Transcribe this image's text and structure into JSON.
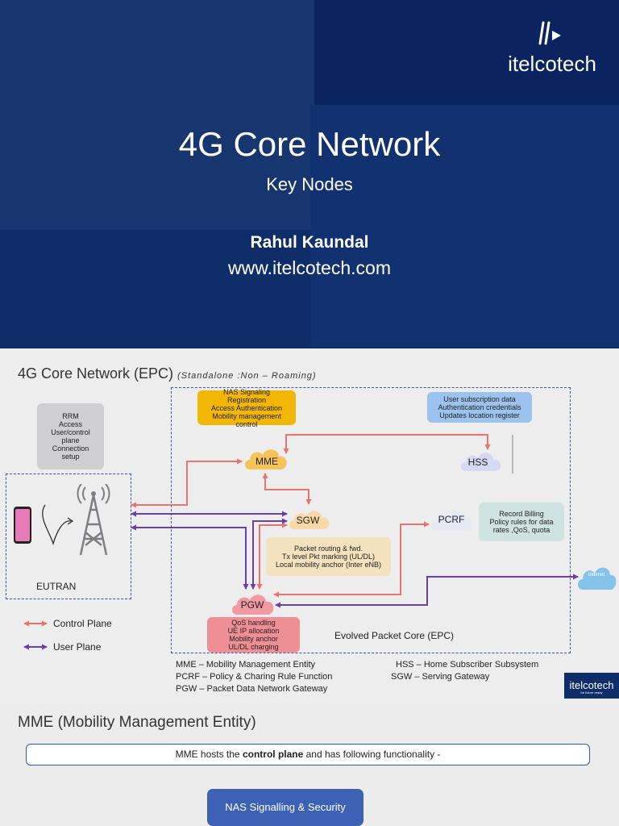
{
  "slide1": {
    "brand": "itelcotech",
    "title": "4G Core Network",
    "subtitle": "Key Nodes",
    "author": "Rahul Kaundal",
    "website": "www.itelcotech.com"
  },
  "slide2": {
    "title": "4G Core Network (EPC)",
    "title_note": "(Standalone :Non – Roaming)",
    "eutran_label": "EUTRAN",
    "epc_label": "Evolved Packet Core (EPC)",
    "nodes": {
      "mme": "MME",
      "hss": "HSS",
      "sgw": "SGW",
      "pcrf": "PCRF",
      "pgw": "PGW",
      "internet": "Internet"
    },
    "notes": {
      "rrm": [
        "RRM",
        "Access",
        "User/control",
        "plane",
        "Connection",
        "setup"
      ],
      "mme": [
        "NAS Signaling",
        "Registration",
        "Access Authentication",
        "Mobility management control"
      ],
      "hss": [
        "User subscription data",
        "Authentication credentials",
        "Updates location register"
      ],
      "sgw": [
        "Packet routing & fwd.",
        "Tx level Pkt marking (UL/DL)",
        "Local mobility anchor (Inter eNB)"
      ],
      "pcrf": [
        "Record Billing",
        "Policy rules for data",
        "rates ,QoS, quota"
      ],
      "pgw": [
        "QoS handling",
        "UE IP allocation",
        "Mobility anchor",
        "UL/DL charging"
      ]
    },
    "legend": {
      "control": "Control Plane",
      "user": "User Plane"
    },
    "abbreviations": {
      "mme": "MME – Mobility Management Entity",
      "pcrf": "PCRF – Policy & Charing Rule Function",
      "pgw": "PGW – Packet Data Network Gateway",
      "hss": "HSS – Home Subscriber Subsystem",
      "sgw": "SGW – Serving Gateway"
    },
    "logo_text": "itelcotech",
    "logo_tagline": "be future ready",
    "colors": {
      "control": "#e8746f",
      "user": "#6b3fa8",
      "mme_note": "#f2b705",
      "hss_note": "#9cc3ee",
      "sgw_note": "#f3e2bd",
      "pcrf_note": "#cfe3e3",
      "pgw_note": "#ee8f95",
      "rrm_note": "#cfcfd2"
    }
  },
  "slide3": {
    "title": "MME (Mobility Management Entity)",
    "banner_before": "MME hosts the ",
    "banner_bold": "control plane",
    "banner_after": " and has following functionality -",
    "button": "NAS Signalling & Security"
  }
}
